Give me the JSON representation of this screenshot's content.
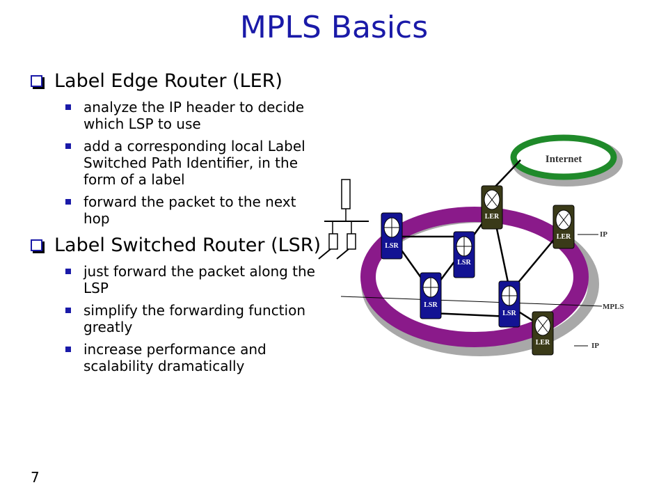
{
  "title": "MPLS Basics",
  "bullets": [
    {
      "heading": "Label Edge Router (LER)",
      "items": [
        "analyze the IP header to decide which LSP to use",
        " add a corresponding local Label Switched Path Identifier, in the form of a label",
        "forward the packet to the next hop"
      ]
    },
    {
      "heading": "Label Switched Router (LSR)",
      "items": [
        "just forward the packet along the LSP",
        "simplify the forwarding function greatly",
        "increase performance and scalability dramatically"
      ]
    }
  ],
  "page_number": "7",
  "diagram": {
    "cloud_label": "Internet",
    "ler_label": "LER",
    "lsr_label": "LSR",
    "ip_label": "IP",
    "mpls_label": "MPLS",
    "colors": {
      "ring": "#8a1a8a",
      "ring_shadow": "#a8a8a8",
      "cloud": "#1f8a2a",
      "lsr": "#131393",
      "ler": "#3a3a18",
      "title": "#1a1aa8"
    }
  }
}
